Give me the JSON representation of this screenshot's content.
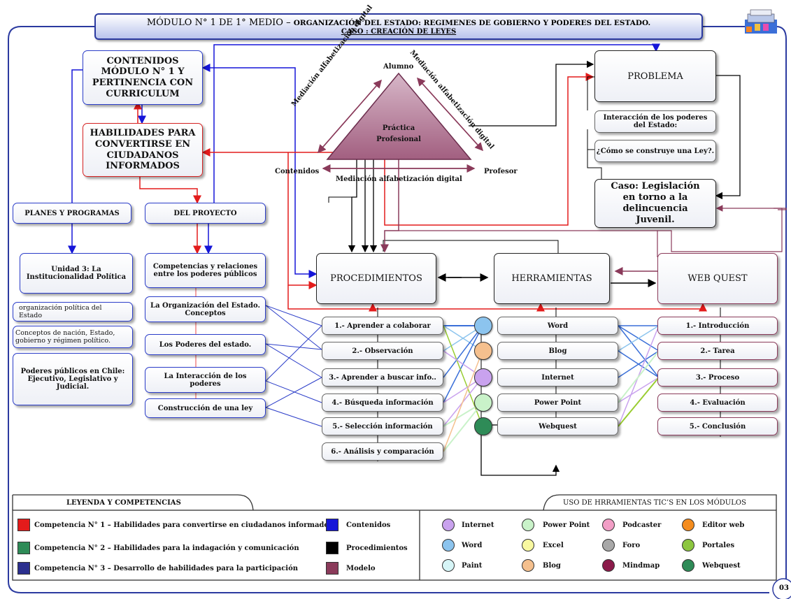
{
  "header": {
    "title_main": "MÓDULO N° 1 DE 1° MEDIO – ",
    "title_small": "ORGANIZACIÓN DEL ESTADO: REGIMENES DE GOBIERNO Y PODERES DEL ESTADO.",
    "subtitle": "CASO : CREACIÓN DE LEYES",
    "logo_icon": "castle-logo-icon",
    "page_number": "03"
  },
  "left": {
    "contenidos": "CONTENIDOS MÓDULO N° 1 Y PERTINENCIA CON CURRICULUM",
    "habilidades": "HABILIDADES PARA CONVERTIRSE EN CIUDADANOS INFORMADOS",
    "planes": "PLANES Y PROGRAMAS",
    "proyecto": "DEL PROYECTO",
    "unidad": "Unidad 3: La Institucionalidad Política",
    "org_politica": "organización política del Estado",
    "conceptos": "Conceptos de nación, Estado, gobierno y régimen político.",
    "poderes_chile": "Poderes públicos en Chile: Ejecutivo, Legislativo y Judicial.",
    "competencias": "Competencias y relaciones entre los poderes públicos",
    "organizacion": "La Organización del Estado. Conceptos",
    "poderes_estado": "Los Poderes del estado.",
    "interaccion": "La Interacción de los poderes",
    "construccion": "Construcción de una ley"
  },
  "triangle": {
    "alumno": "Alumno",
    "practica": "Práctica Profesional",
    "contenidos": "Contenidos",
    "profesor": "Profesor",
    "mediacion_left": "Mediación alfabetización digital",
    "mediacion_right": "Mediación alfabetización digital",
    "mediacion_bottom": "Mediación alfabetización digital"
  },
  "right": {
    "problema": "PROBLEMA",
    "interaccion_poderes": "Interacción de los poderes del Estado:",
    "como_ley": "¿Cómo se construye una Ley?.",
    "caso": "Caso: Legislación en torno a la delincuencia Juvenil."
  },
  "main": {
    "procedimientos": "PROCEDIMIENTOS",
    "herramientas": "HERRAMIENTAS",
    "webquest": "WEB QUEST"
  },
  "procedures": [
    "1.- Aprender a colaborar",
    "2.- Observación",
    "3.- Aprender a buscar info..",
    "4.- Búsqueda información",
    "5.- Selección información",
    "6.- Análisis y comparación"
  ],
  "tools": [
    {
      "label": "Word",
      "color": "#8cc4ee"
    },
    {
      "label": "Blog",
      "color": "#f5c08e"
    },
    {
      "label": "Internet",
      "color": "#c9a2ee"
    },
    {
      "label": "Power Point",
      "color": "#c9f2c9"
    },
    {
      "label": "Webquest",
      "color": "#2e8b57"
    }
  ],
  "webquest_steps": [
    "1.- Introducción",
    "2.- Tarea",
    "3.- Proceso",
    "4.- Evaluación",
    "5.- Conclusión"
  ],
  "legend": {
    "title": "LEYENDA Y COMPETENCIAS",
    "items": [
      {
        "label": "Competencia N° 1 – Habilidades para convertirse en ciudadanos informados",
        "color": "#e31b1b"
      },
      {
        "label": "Competencia N° 2 – Habilidades para la indagación y comunicación",
        "color": "#2e8b57"
      },
      {
        "label": "Competencia N° 3 – Desarrollo de habilidades para la participación",
        "color": "#2b2f8e"
      }
    ],
    "lines": [
      {
        "label": "Contenidos",
        "color": "#1515d8"
      },
      {
        "label": "Procedimientos",
        "color": "#000000"
      },
      {
        "label": "Modelo",
        "color": "#8a3a5a"
      }
    ]
  },
  "tics": {
    "title": "USO DE HRRAMIENTAS TIC’S EN LOS MÓDULOS",
    "items": [
      {
        "label": "Internet",
        "color": "#c9a2ee"
      },
      {
        "label": "Power Point",
        "color": "#c9f2c9"
      },
      {
        "label": "Podcaster",
        "color": "#f29ec6"
      },
      {
        "label": "Editor web",
        "color": "#f48c1e"
      },
      {
        "label": "Word",
        "color": "#8cc4ee"
      },
      {
        "label": "Excel",
        "color": "#f8f8a0"
      },
      {
        "label": "Foro",
        "color": "#a8a8a8"
      },
      {
        "label": "Portales",
        "color": "#8cc63f"
      },
      {
        "label": "Paint",
        "color": "#d6f5f7"
      },
      {
        "label": "Blog",
        "color": "#f5c08e"
      },
      {
        "label": "Mindmap",
        "color": "#8b1a4a"
      },
      {
        "label": "Webquest",
        "color": "#2e8b57"
      }
    ]
  }
}
